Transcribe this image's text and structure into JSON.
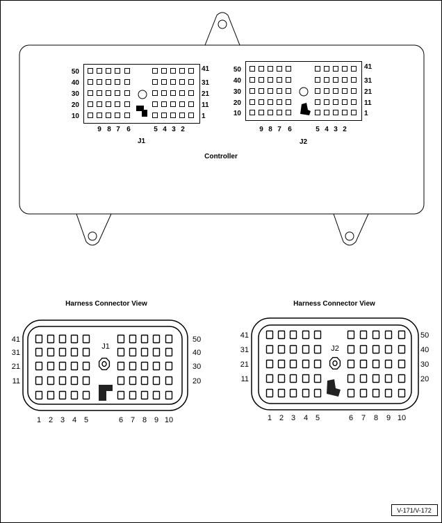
{
  "controller": {
    "label": "Controller",
    "j1": {
      "name": "J1",
      "left_labels": [
        "50",
        "40",
        "30",
        "20",
        "10"
      ],
      "right_labels": [
        "41",
        "31",
        "21",
        "11",
        "1"
      ],
      "bottom_left_labels": [
        "9",
        "8",
        "7",
        "6"
      ],
      "bottom_right_labels": [
        "5",
        "4",
        "3",
        "2"
      ]
    },
    "j2": {
      "name": "J2",
      "left_labels": [
        "50",
        "40",
        "30",
        "20",
        "10"
      ],
      "right_labels": [
        "41",
        "31",
        "21",
        "11",
        "1"
      ],
      "bottom_left_labels": [
        "9",
        "8",
        "7",
        "6"
      ],
      "bottom_right_labels": [
        "5",
        "4",
        "3",
        "2"
      ]
    }
  },
  "harness": {
    "j1": {
      "title": "Harness Connector View",
      "name": "J1",
      "left_labels": [
        "41",
        "31",
        "21",
        "11"
      ],
      "right_labels": [
        "50",
        "40",
        "30",
        "20"
      ],
      "bottom_labels": [
        "1",
        "2",
        "3",
        "4",
        "5",
        "6",
        "7",
        "8",
        "9",
        "10"
      ]
    },
    "j2": {
      "title": "Harness Connector View",
      "name": "J2",
      "left_labels": [
        "41",
        "31",
        "21",
        "11"
      ],
      "right_labels": [
        "50",
        "40",
        "30",
        "20"
      ],
      "bottom_labels": [
        "1",
        "2",
        "3",
        "4",
        "5",
        "6",
        "7",
        "8",
        "9",
        "10"
      ]
    }
  },
  "figure_id": "V-171/V-172"
}
